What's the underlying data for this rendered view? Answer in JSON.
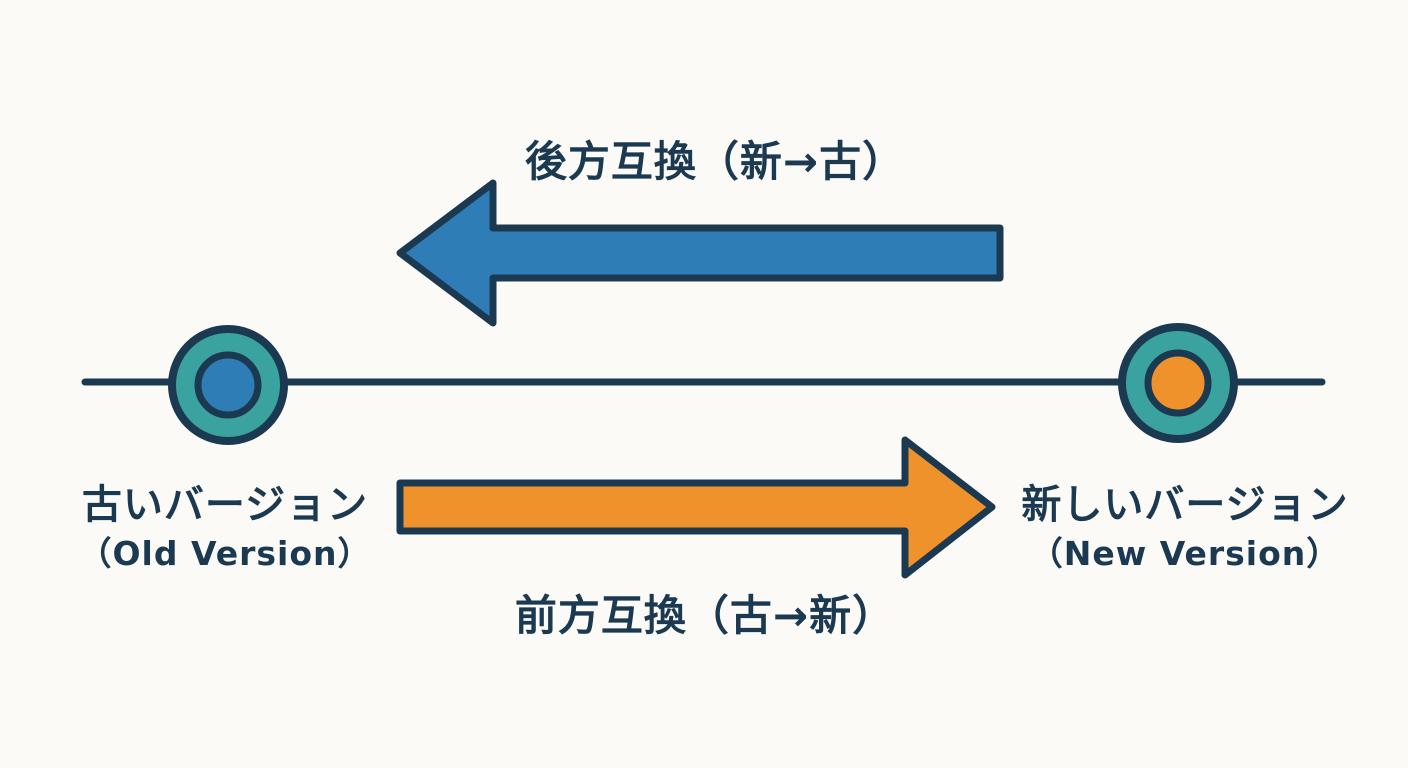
{
  "diagram": {
    "type": "compatibility-timeline",
    "background": "#fbfaf6",
    "colors": {
      "outline_navy": "#1b3a52",
      "backward_arrow_blue": "#2e7db6",
      "forward_arrow_orange": "#f0922c",
      "node_ring_teal": "#3aa3a0",
      "old_node_inner": "#2e7db6",
      "new_node_inner": "#f0922c"
    },
    "backward_compat": {
      "label": "後方互換（新→古）",
      "direction": "left"
    },
    "forward_compat": {
      "label": "前方互換（古→新）",
      "direction": "right"
    },
    "old_version": {
      "label_ja": "古いバージョン",
      "label_en": "（Old Version）"
    },
    "new_version": {
      "label_ja": "新しいバージョン",
      "label_en": "（New Version）"
    }
  }
}
